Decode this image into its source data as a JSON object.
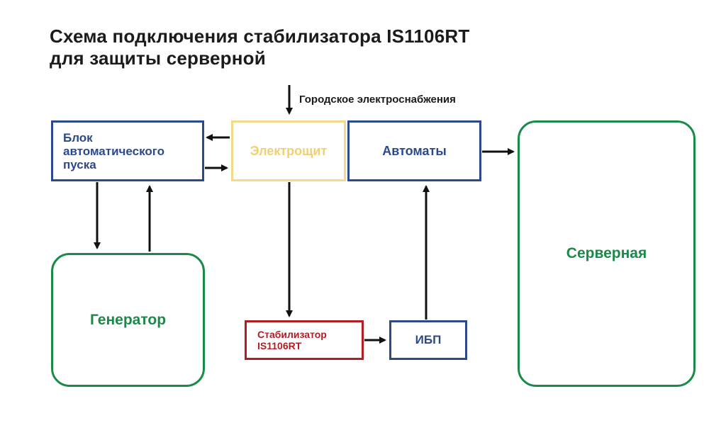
{
  "title": {
    "line1": "Схема подключения стабилизатора IS1106RT",
    "line2": "для защиты серверной"
  },
  "source_label": "Городское электроснабжения",
  "nodes": {
    "auto_start": {
      "line1": "Блок",
      "line2": "автоматического",
      "line3": "пуска"
    },
    "switchboard": "Электрощит",
    "breakers": "Автоматы",
    "generator": "Генератор",
    "stabilizer": {
      "line1": "Стабилизатор",
      "line2": "IS1106RT"
    },
    "ups": "ИБП",
    "server_room": "Серверная"
  },
  "colors": {
    "blue": "#2c4a8a",
    "yellow": "#f3d98a",
    "red": "#b21d24",
    "green": "#1a8a48",
    "arrow": "#111111"
  }
}
